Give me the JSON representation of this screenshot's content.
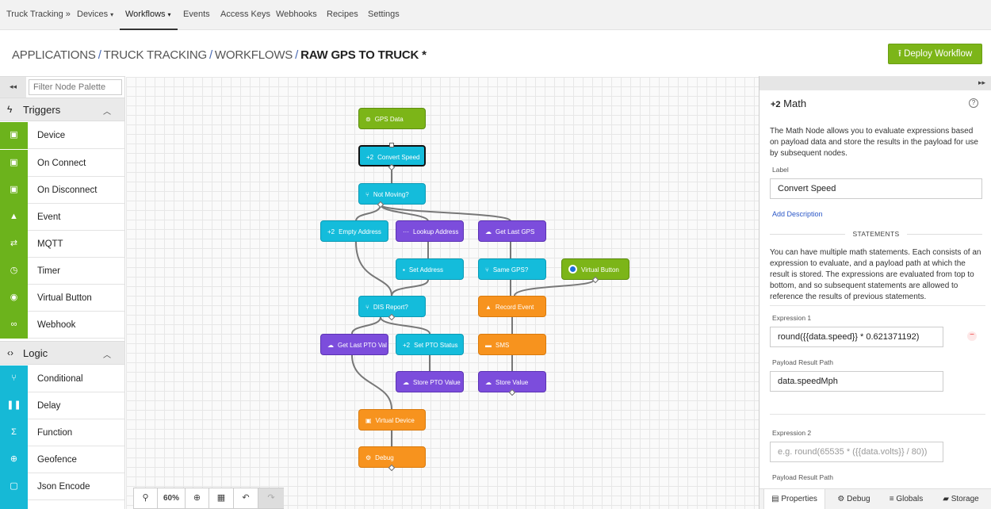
{
  "nav": {
    "items": [
      {
        "label": "Truck Tracking »"
      },
      {
        "label": "Devices",
        "caret": "▾"
      },
      {
        "label": "Workflows",
        "caret": "▾"
      },
      {
        "label": "Events"
      },
      {
        "label": "Access Keys"
      },
      {
        "label": "Webhooks"
      },
      {
        "label": "Recipes"
      },
      {
        "label": "Settings"
      }
    ]
  },
  "breadcrumb": {
    "parts": [
      "APPLICATIONS",
      "TRUCK TRACKING",
      "WORKFLOWS"
    ],
    "separator": "/",
    "current": "RAW GPS TO TRUCK *"
  },
  "deploy_button": {
    "icon": "upload-icon",
    "label": "Deploy Workflow"
  },
  "palette": {
    "collapse_icon": "◂◂",
    "filter_placeholder": "Filter Node Palette",
    "triggers": {
      "title": "Triggers",
      "icon": "bolt-icon",
      "items": [
        {
          "label": "Device",
          "icon": "chip-icon"
        },
        {
          "label": "On Connect",
          "icon": "chip-icon"
        },
        {
          "label": "On Disconnect",
          "icon": "chip-icon"
        },
        {
          "label": "Event",
          "icon": "warning-icon"
        },
        {
          "label": "MQTT",
          "icon": "arrows-icon"
        },
        {
          "label": "Timer",
          "icon": "stopwatch-icon"
        },
        {
          "label": "Virtual Button",
          "icon": "radio-icon"
        },
        {
          "label": "Webhook",
          "icon": "link-icon"
        }
      ]
    },
    "logic": {
      "title": "Logic",
      "icon": "code-icon",
      "items": [
        {
          "label": "Conditional",
          "icon": "branch-icon"
        },
        {
          "label": "Delay",
          "icon": "pause-icon"
        },
        {
          "label": "Function",
          "icon": "sigma-icon"
        },
        {
          "label": "Geofence",
          "icon": "target-icon"
        },
        {
          "label": "Json Encode",
          "icon": "doc-icon"
        }
      ]
    }
  },
  "canvas": {
    "nodes": [
      {
        "label": "GPS Data",
        "icon": "⊚"
      },
      {
        "label": "Convert Speed",
        "icon": "+2"
      },
      {
        "label": "Not Moving?",
        "icon": "⑂"
      },
      {
        "label": "Empty Address",
        "icon": "+2"
      },
      {
        "label": "Lookup Address",
        "icon": "···"
      },
      {
        "label": "Get Last GPS",
        "icon": "☁"
      },
      {
        "label": "Set Address",
        "icon": "▪"
      },
      {
        "label": "Same GPS?",
        "icon": "⑂"
      },
      {
        "label": "Virtual Button",
        "icon": ""
      },
      {
        "label": "DIS Report?",
        "icon": "⑂"
      },
      {
        "label": "Record Event",
        "icon": "▲"
      },
      {
        "label": "Get Last PTO Val",
        "icon": "☁"
      },
      {
        "label": "Set PTO Status",
        "icon": "+2"
      },
      {
        "label": "SMS",
        "icon": "▬"
      },
      {
        "label": "Store PTO Value",
        "icon": "☁"
      },
      {
        "label": "Store Value",
        "icon": "☁"
      },
      {
        "label": "Virtual Device",
        "icon": "▣"
      },
      {
        "label": "Debug",
        "icon": "⚙"
      }
    ],
    "zoom": "60%"
  },
  "panel": {
    "title_icon": "+2",
    "title": "Math",
    "description": "The Math Node allows you to evaluate expressions based on payload data and store the results in the payload for use by subsequent nodes.",
    "label_caption": "Label",
    "label_value": "Convert Speed",
    "add_description": "Add Description",
    "statements_heading": "STATEMENTS",
    "statements_text": "You can have multiple math statements. Each consists of an expression to evaluate, and a payload path at which the result is stored. The expressions are evaluated from top to bottom, and so subsequent statements are allowed to reference the results of previous statements.",
    "expr1_caption": "Expression 1",
    "expr1_value": "round({{data.speed}} * 0.621371192)",
    "path1_caption": "Payload Result Path",
    "path1_value": "data.speedMph",
    "expr2_caption": "Expression 2",
    "expr2_placeholder": "e.g. round(65535 * ({{data.volts}} / 80))",
    "path2_caption": "Payload Result Path",
    "tabs": [
      {
        "label": "Properties",
        "icon": "doc-icon"
      },
      {
        "label": "Debug",
        "icon": "gear-icon"
      },
      {
        "label": "Globals",
        "icon": "list-icon"
      },
      {
        "label": "Storage",
        "icon": "storage-icon"
      }
    ]
  },
  "colors": {
    "accent_green": "#7cb518",
    "node_cyan": "#14bcdb",
    "node_purple": "#7c4ddc",
    "node_orange": "#f7931e",
    "link_blue": "#2b57c7"
  }
}
